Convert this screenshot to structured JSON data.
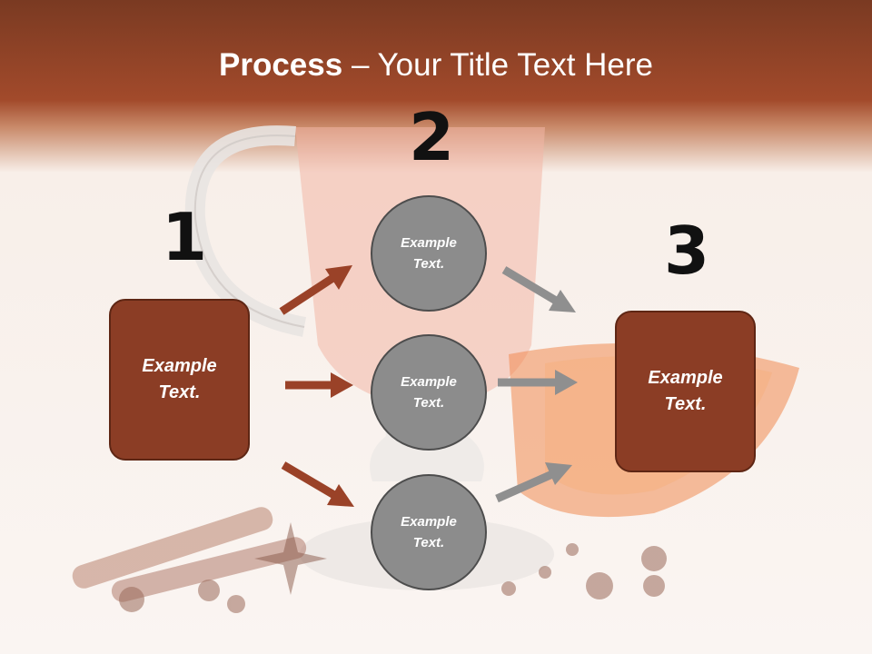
{
  "title": {
    "bold": "Process",
    "separator": " – ",
    "rest": "Your Title Text Here"
  },
  "steps": [
    {
      "number": "1",
      "box_text_line1": "Example",
      "box_text_line2": "Text."
    },
    {
      "number": "2"
    },
    {
      "number": "3",
      "box_text_line1": "Example",
      "box_text_line2": "Text."
    }
  ],
  "circles": [
    {
      "line1": "Example",
      "line2": "Text."
    },
    {
      "line1": "Example",
      "line2": "Text."
    },
    {
      "line1": "Example",
      "line2": "Text."
    }
  ],
  "colors": {
    "header": "#a24a2b",
    "box": "#8b3d25",
    "circle": "#8c8c8c",
    "arrow_brown": "#9a4228",
    "arrow_gray": "#8f8f8f"
  },
  "background_image": "mulled-wine-glass-with-orange-and-spices"
}
